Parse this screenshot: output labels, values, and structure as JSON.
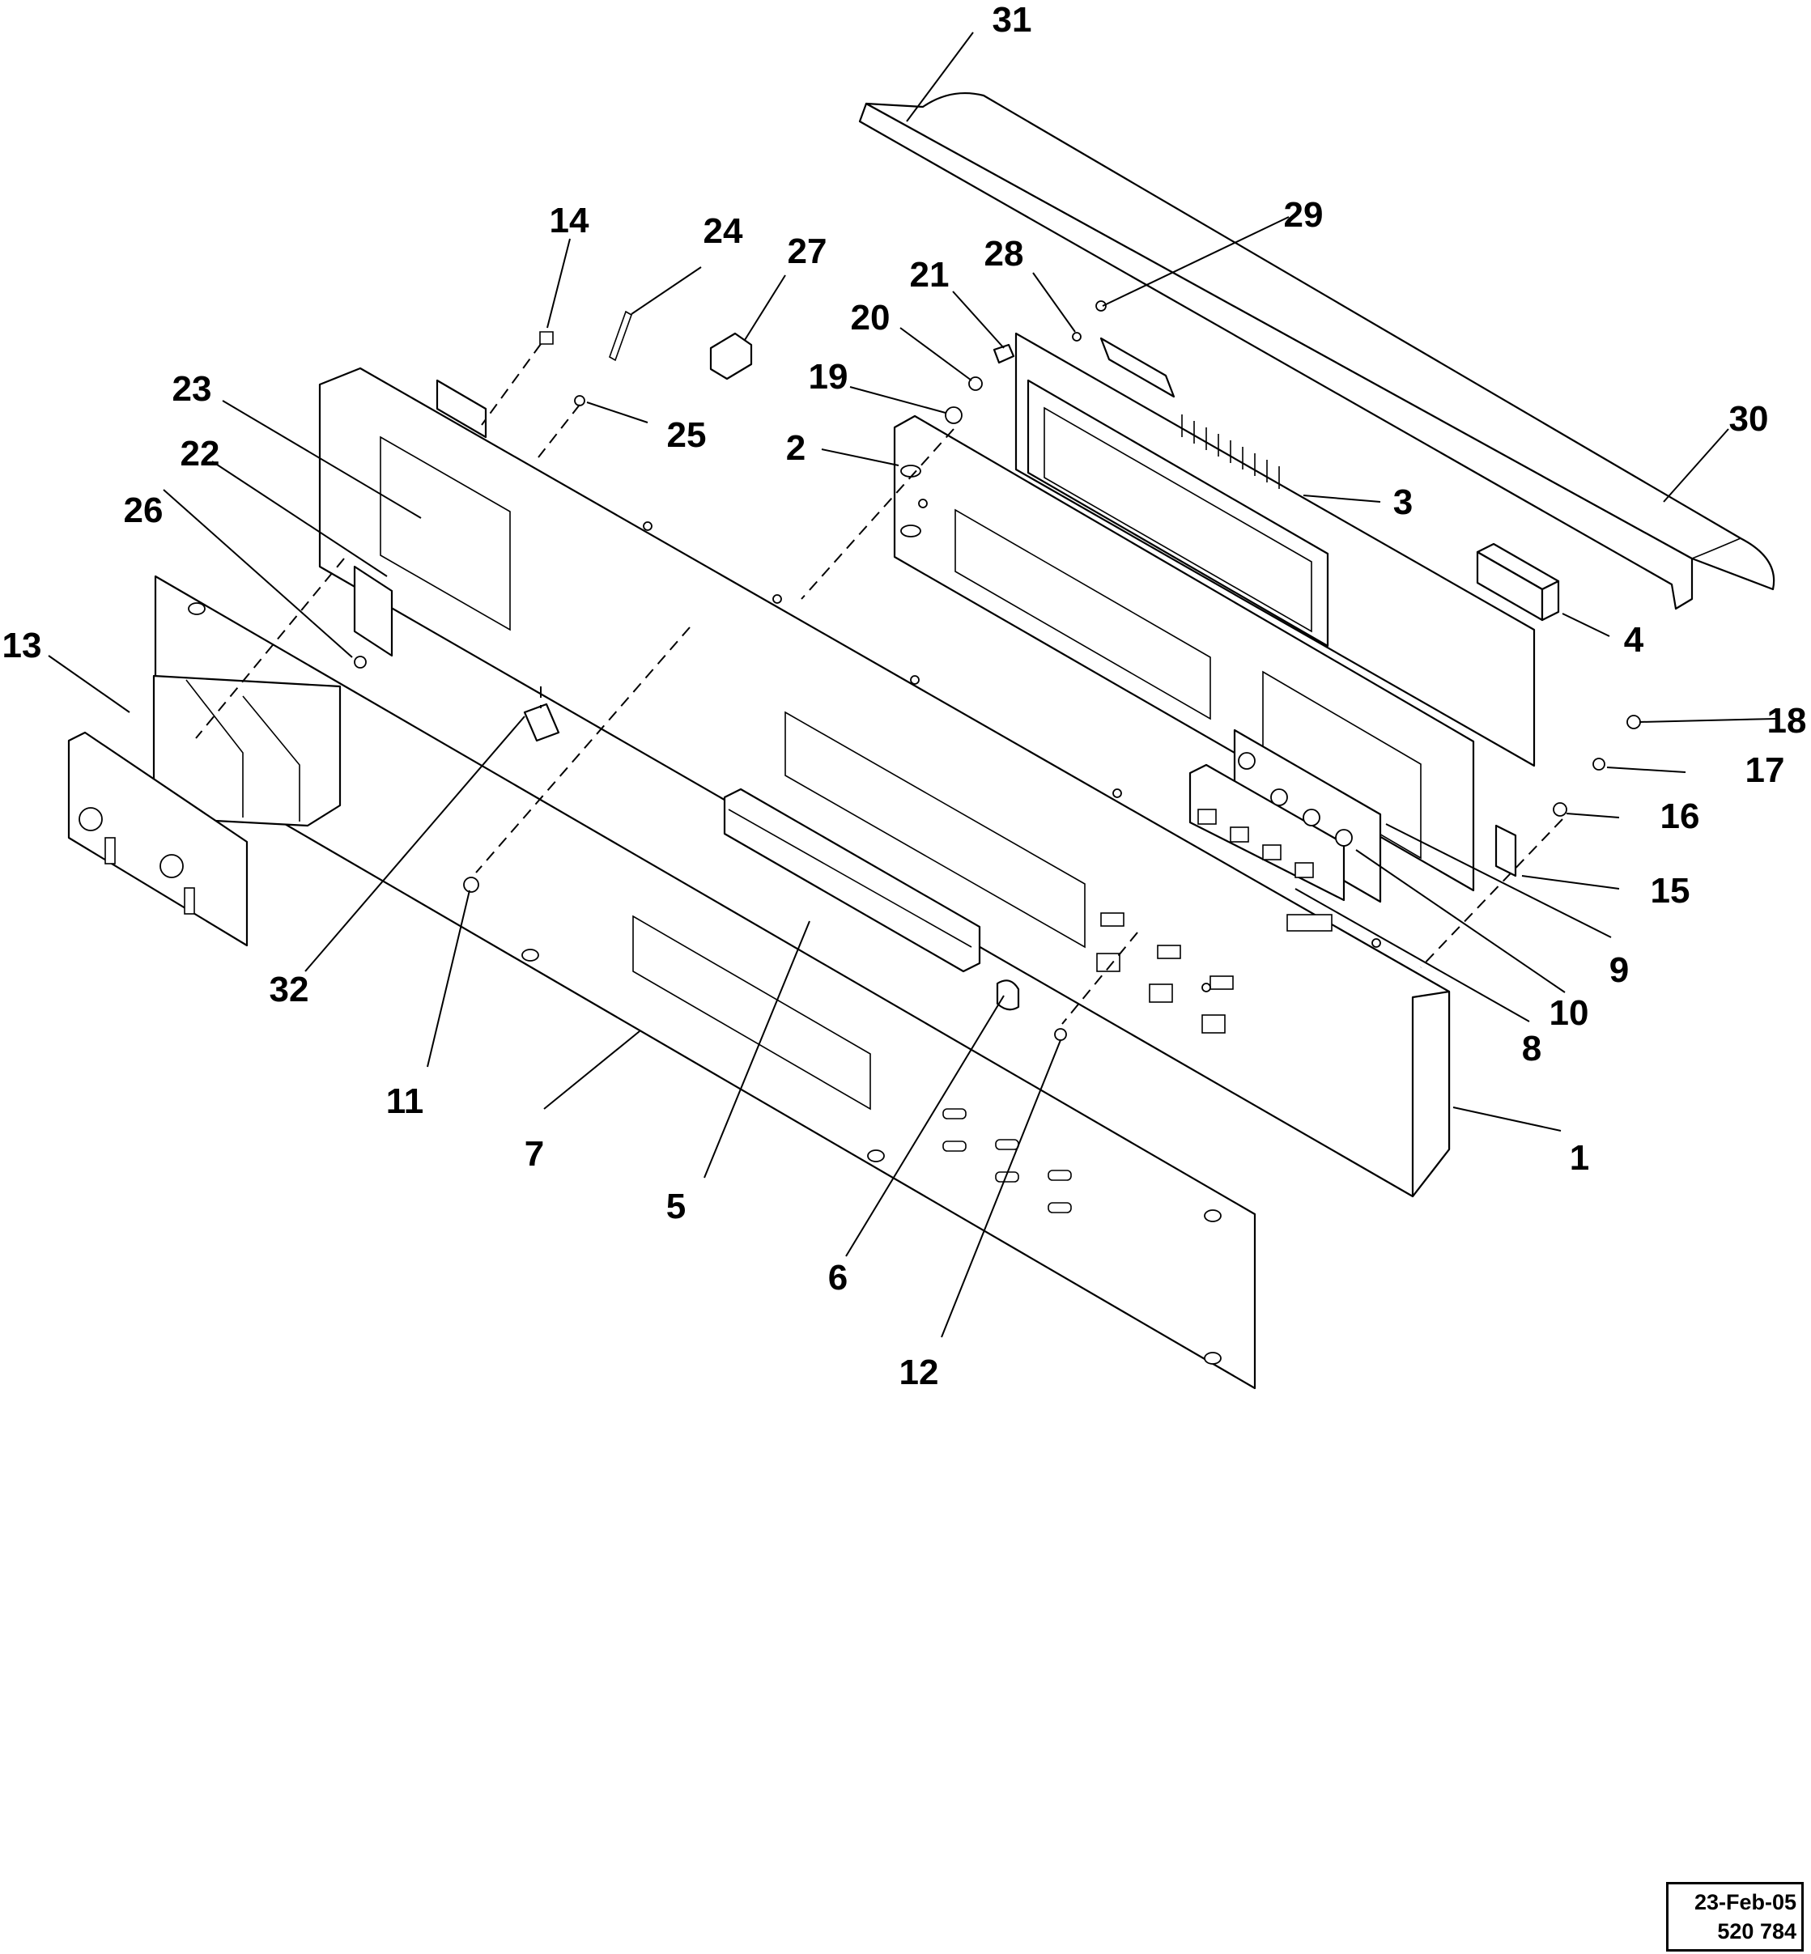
{
  "callouts": [
    {
      "id": "1",
      "label": "1"
    },
    {
      "id": "2",
      "label": "2"
    },
    {
      "id": "3",
      "label": "3"
    },
    {
      "id": "4",
      "label": "4"
    },
    {
      "id": "5",
      "label": "5"
    },
    {
      "id": "6",
      "label": "6"
    },
    {
      "id": "7",
      "label": "7"
    },
    {
      "id": "8",
      "label": "8"
    },
    {
      "id": "9",
      "label": "9"
    },
    {
      "id": "10",
      "label": "10"
    },
    {
      "id": "11",
      "label": "11"
    },
    {
      "id": "12",
      "label": "12"
    },
    {
      "id": "13",
      "label": "13"
    },
    {
      "id": "14",
      "label": "14"
    },
    {
      "id": "15",
      "label": "15"
    },
    {
      "id": "16",
      "label": "16"
    },
    {
      "id": "17",
      "label": "17"
    },
    {
      "id": "18",
      "label": "18"
    },
    {
      "id": "19",
      "label": "19"
    },
    {
      "id": "20",
      "label": "20"
    },
    {
      "id": "21",
      "label": "21"
    },
    {
      "id": "22",
      "label": "22"
    },
    {
      "id": "23",
      "label": "23"
    },
    {
      "id": "24",
      "label": "24"
    },
    {
      "id": "25",
      "label": "25"
    },
    {
      "id": "26",
      "label": "26"
    },
    {
      "id": "27",
      "label": "27"
    },
    {
      "id": "28",
      "label": "28"
    },
    {
      "id": "29",
      "label": "29"
    },
    {
      "id": "30",
      "label": "30"
    },
    {
      "id": "31",
      "label": "31"
    },
    {
      "id": "32",
      "label": "32"
    }
  ],
  "stamp": {
    "date": "23-Feb-05",
    "number": "520 784"
  }
}
